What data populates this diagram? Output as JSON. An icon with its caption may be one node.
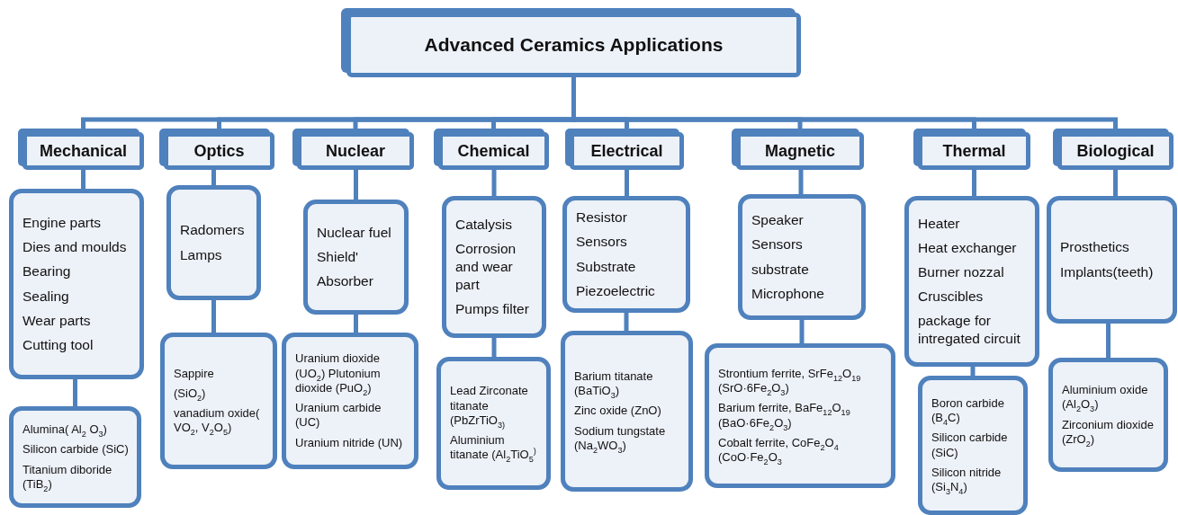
{
  "diagram": {
    "nodes": [
      {
        "text": [
          "Advanced Ceramics Applications"
        ]
      },
      {
        "text": [
          "Mechanical"
        ]
      },
      {
        "text": [
          "Optics"
        ]
      },
      {
        "text": [
          "Nuclear"
        ]
      },
      {
        "text": [
          "Chemical"
        ]
      },
      {
        "text": [
          "Electrical"
        ]
      },
      {
        "text": [
          "Magnetic"
        ]
      },
      {
        "text": [
          "Thermal"
        ]
      },
      {
        "text": [
          "Biological"
        ]
      },
      {
        "text": [
          "Engine parts",
          "Dies and moulds",
          "Bearing",
          "Sealing",
          "Wear parts",
          "Cutting tool"
        ]
      },
      {
        "text": [
          "Radomers",
          "Lamps"
        ]
      },
      {
        "text": [
          "Nuclear fuel",
          "Shield'",
          "Absorber"
        ]
      },
      {
        "text": [
          "Catalysis",
          "Corrosion and wear part",
          "Pumps filter"
        ]
      },
      {
        "text": [
          "Resistor",
          "Sensors",
          "Substrate",
          "Piezoelectric"
        ]
      },
      {
        "text": [
          "Speaker",
          "Sensors",
          "substrate",
          "Microphone"
        ]
      },
      {
        "text": [
          "Heater",
          "Heat exchanger",
          "Burner nozzal",
          "Cruscibles",
          "package for intregated circuit"
        ]
      },
      {
        "text": [
          "Prosthetics",
          "Implants(teeth)"
        ]
      },
      {
        "text": [
          "Alumina( Al$_{2}$ O$_{3}$)",
          "Silicon carbide (SiC)",
          "Titanium diboride (TiB$_{2}$)"
        ]
      },
      {
        "text": [
          "Sappire",
          "(SiO$_{2}$)",
          "vanadium oxide( VO$_{2}$, V$_{2}$O$_{5}$)"
        ]
      },
      {
        "text": [
          "Uranium dioxide (UO$_{2}$) Plutonium dioxide (PuO$_{2}$)",
          "Uranium carbide (UC)",
          "Uranium nitride (UN)"
        ]
      },
      {
        "text": [
          "Lead Zirconate titanate (PbZrTiO$_{3)}$",
          "Aluminium titanate (Al$_{2}$TiO$_{5}$$^{)}$"
        ]
      },
      {
        "text": [
          "Barium titanate (BaTiO$_{3}$)",
          "Zinc oxide (ZnO)",
          "Sodium tungstate (Na$_{2}$WO$_{3}$)"
        ]
      },
      {
        "text": [
          "Strontium ferrite, SrFe$_{12}$O$_{19}$ (SrO·6Fe$_{2}$O$_{3}$)",
          "Barium ferrite, BaFe$_{12}$O$_{19}$ (BaO·6Fe$_{2}$O$_{3}$)",
          "Cobalt ferrite, CoFe$_{2}$O$_{4}$ (CoO·Fe$_{2}$O$_{3}$"
        ]
      },
      {
        "text": [
          "Boron carbide (B$_{4}$C)",
          "Silicon carbide (SiC)",
          "Silicon nitride (Si$_{3}$N$_{4}$)"
        ]
      },
      {
        "text": [
          "Aluminium oxide (Al$_{2}$O$_{3}$)",
          "Zirconium dioxide (ZrO$_{2}$)"
        ]
      }
    ],
    "edges": [
      {
        "from": 0,
        "to": 1,
        "arrow": "none"
      },
      {
        "from": 0,
        "to": 2,
        "arrow": "none"
      },
      {
        "from": 0,
        "to": 3,
        "arrow": "none"
      },
      {
        "from": 0,
        "to": 4,
        "arrow": "none"
      },
      {
        "from": 0,
        "to": 5,
        "arrow": "none"
      },
      {
        "from": 0,
        "to": 6,
        "arrow": "none"
      },
      {
        "from": 0,
        "to": 7,
        "arrow": "none"
      },
      {
        "from": 0,
        "to": 8,
        "arrow": "none"
      },
      {
        "from": 1,
        "to": 9,
        "arrow": "none"
      },
      {
        "from": 2,
        "to": 10,
        "arrow": "none"
      },
      {
        "from": 3,
        "to": 11,
        "arrow": "none"
      },
      {
        "from": 4,
        "to": 12,
        "arrow": "none"
      },
      {
        "from": 5,
        "to": 13,
        "arrow": "none"
      },
      {
        "from": 6,
        "to": 14,
        "arrow": "none"
      },
      {
        "from": 7,
        "to": 15,
        "arrow": "none"
      },
      {
        "from": 8,
        "to": 16,
        "arrow": "none"
      },
      {
        "from": 9,
        "to": 17,
        "arrow": "none"
      },
      {
        "from": 10,
        "to": 18,
        "arrow": "none"
      },
      {
        "from": 11,
        "to": 19,
        "arrow": "none"
      },
      {
        "from": 12,
        "to": 20,
        "arrow": "none"
      },
      {
        "from": 13,
        "to": 21,
        "arrow": "none"
      },
      {
        "from": 14,
        "to": 22,
        "arrow": "none"
      },
      {
        "from": 15,
        "to": 23,
        "arrow": "none"
      },
      {
        "from": 16,
        "to": 24,
        "arrow": "none"
      }
    ]
  }
}
